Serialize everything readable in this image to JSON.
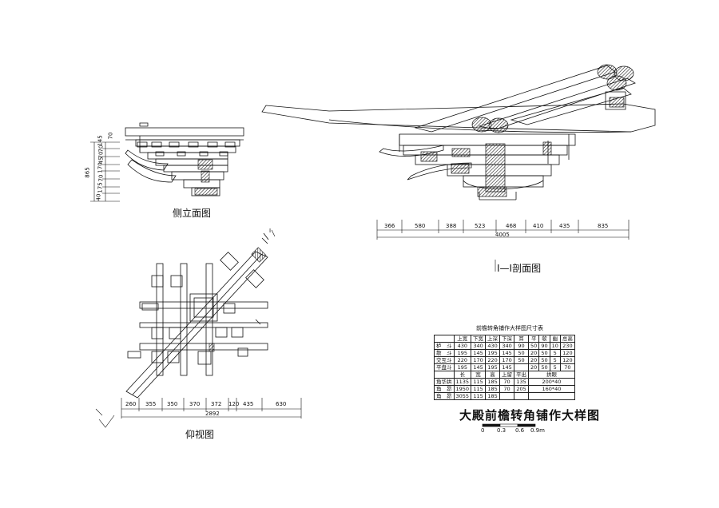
{
  "titles": {
    "side_elevation": "侧立面图",
    "section": "I—I剖面图",
    "bottom_view": "仰视图",
    "main": "大殿前檐转角铺作大样图",
    "table": "前檐转角铺作大样图尺寸表",
    "section_marker": "I"
  },
  "side_dims": {
    "total": "865",
    "parts": [
      "40",
      "175",
      "70",
      "170",
      "45",
      "70",
      "70",
      "145",
      "70"
    ]
  },
  "section_dims": {
    "total": "4005",
    "parts": [
      "366",
      "580",
      "388",
      "523",
      "468",
      "410",
      "435",
      "835"
    ]
  },
  "bottom_dims": {
    "total": "2892",
    "parts": [
      "260",
      "355",
      "350",
      "370",
      "372",
      "120",
      "435",
      "630"
    ]
  },
  "scale_bar": {
    "ticks": [
      "0",
      "0.3",
      "0.6",
      "0.9m"
    ]
  },
  "spec_table": {
    "header1": [
      "",
      "上宽",
      "下宽",
      "上深",
      "下深",
      "耳",
      "平",
      "欹",
      "幽",
      "总高"
    ],
    "rows1": [
      [
        "栌　斗",
        "430",
        "340",
        "430",
        "340",
        "90",
        "50",
        "90",
        "10",
        "230"
      ],
      [
        "散　斗",
        "195",
        "145",
        "195",
        "145",
        "50",
        "20",
        "50",
        "5",
        "120"
      ],
      [
        "交互斗",
        "220",
        "170",
        "220",
        "170",
        "50",
        "20",
        "50",
        "5",
        "120"
      ],
      [
        "平盘斗",
        "195",
        "145",
        "195",
        "145",
        "",
        "20",
        "50",
        "5",
        "70"
      ]
    ],
    "header2": [
      "",
      "长",
      "宽",
      "高",
      "上留",
      "平出",
      "拱眼"
    ],
    "rows2": [
      [
        "角华拱",
        "1135",
        "115",
        "185",
        "70",
        "135",
        "200*40"
      ],
      [
        "角　昂",
        "1950",
        "115",
        "185",
        "70",
        "205",
        "160*40"
      ],
      [
        "角　昂",
        "3055",
        "115",
        "185",
        "",
        "",
        ""
      ]
    ]
  },
  "colors": {
    "line": "#111111",
    "hatch": "#222222",
    "background": "#ffffff"
  }
}
